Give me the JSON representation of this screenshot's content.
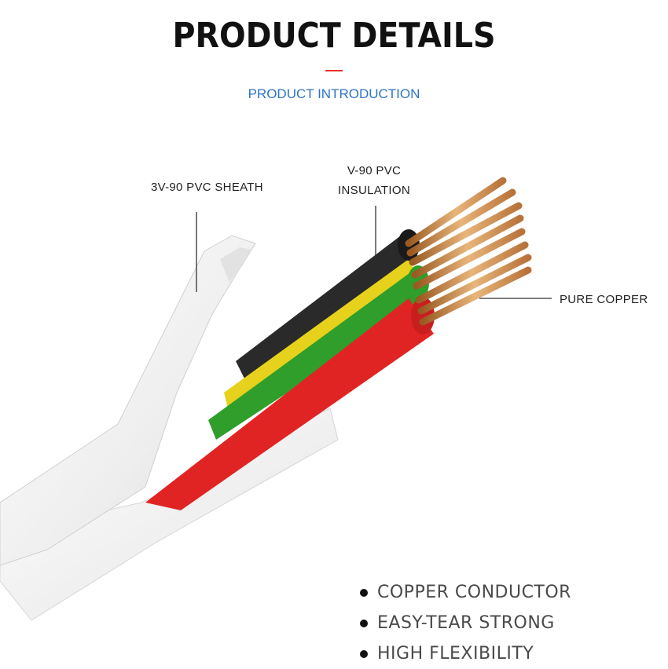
{
  "header": {
    "title": "PRODUCT DETAILS",
    "subtitle": "PRODUCT INTRODUCTION",
    "accent_color": "#e8302a",
    "subtitle_color": "#2e73c4"
  },
  "callouts": {
    "sheath": "3V-90 PVC SHEATH",
    "insulation_line1": "V-90 PVC",
    "insulation_line2": "INSULATION",
    "copper": "PURE COPPER"
  },
  "features": [
    "COPPER CONDUCTOR",
    "EASY-TEAR STRONG",
    "HIGH FLEXIBILITY"
  ],
  "cable_colors": {
    "sheath": "#f4f4f4",
    "black": "#2a2a2a",
    "yellow": "#e6d21c",
    "green": "#2f9e2a",
    "red": "#e02424",
    "copper": "#c98a4a"
  }
}
